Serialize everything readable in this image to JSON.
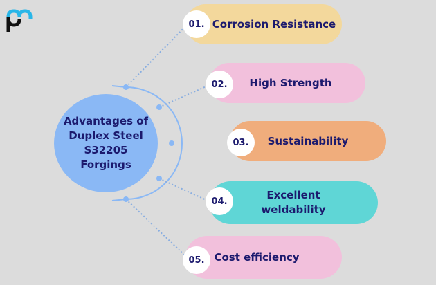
{
  "logo": {
    "name": "pm-logo",
    "colors": {
      "top": "#29b6e8",
      "bottom": "#111111"
    }
  },
  "hub": {
    "title": "Advantages of Duplex Steel S32205 Forgings",
    "color": "#8ab8f5"
  },
  "colors": {
    "text": "#1c1a6e",
    "background": "#dcdcdc",
    "connector": "#8ab8f5"
  },
  "items": [
    {
      "number": "01.",
      "label": "Corrosion Resistance",
      "color": "#f3d89c"
    },
    {
      "number": "02.",
      "label": "High Strength",
      "color": "#f2c0dc"
    },
    {
      "number": "03.",
      "label": "Sustainability",
      "color": "#f0ad7c"
    },
    {
      "number": "04.",
      "label": "Excellent weldability",
      "color": "#5fd6d6"
    },
    {
      "number": "05.",
      "label": "Cost efficiency",
      "color": "#f2c0dc"
    }
  ]
}
